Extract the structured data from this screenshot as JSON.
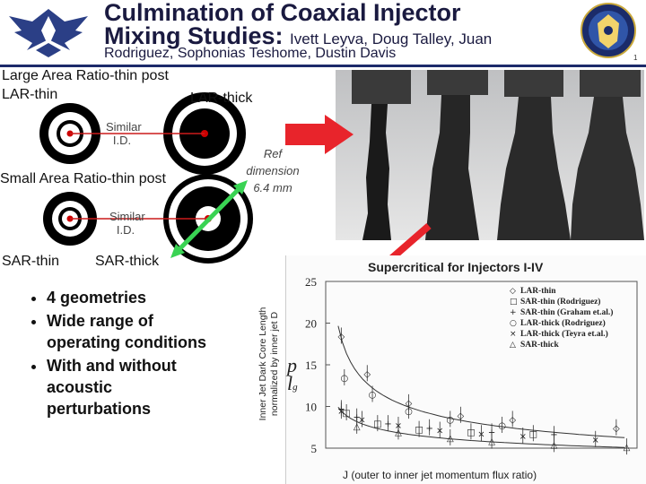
{
  "header": {
    "title_line1": "Culmination of Coaxial Injector",
    "title_line2": "Mixing Studies:",
    "authors_line1": "Ivett Leyva, Doug Talley, Juan",
    "authors_line2": "Rodriguez, Sophonias Teshome, Dustin Davis",
    "page_number": "1"
  },
  "left_panel": {
    "lar_thin_title": "Large Area Ratio-thin post",
    "lar_thin": "LAR-thin",
    "lar_thick": "LAR-thick",
    "similar_id_1_line1": "Similar",
    "similar_id_1_line2": "I.D.",
    "sar_thin_title": "Small Area Ratio-thin post",
    "similar_id_2_line1": "Similar",
    "similar_id_2_line2": "I.D.",
    "sar_thin": "SAR-thin",
    "sar_thick": "SAR-thick",
    "ref_line1": "Ref",
    "ref_line2": "dimension",
    "ref_line3": "6.4 mm"
  },
  "bullets": [
    "4 geometries",
    "Wide range of operating conditions",
    "With and without acoustic perturbations"
  ],
  "chart_data": {
    "type": "scatter",
    "title": "Supercritical for Injectors I-IV",
    "ylabel_line1": "Inner Jet Dark Core Length",
    "ylabel_line2": "normalized by inner jet D",
    "xlabel": "J (outer to inner jet momentum flux ratio)",
    "ylim": [
      5,
      25
    ],
    "yticks": [
      5,
      10,
      15,
      20,
      25
    ],
    "legend": [
      "LAR-thin",
      "SAR-thin (Rodriguez)",
      "SAR-thin (Graham et.al.)",
      "LAR-thick (Rodriguez)",
      "LAR-thick (Teyra et.al.)",
      "SAR-thick"
    ],
    "legend_markers": [
      "◇",
      "□",
      "+",
      "○",
      "×",
      "△"
    ],
    "series": [
      {
        "name": "LAR-thin",
        "x": [
          1.5,
          4,
          8,
          13,
          18,
          28
        ],
        "y": [
          18.5,
          14,
          10.5,
          9,
          8.5,
          7.5
        ]
      },
      {
        "name": "SAR-thin (Rodriguez)",
        "x": [
          2,
          5,
          9,
          14,
          20
        ],
        "y": [
          9.3,
          8,
          7.3,
          7,
          6.8
        ]
      },
      {
        "name": "SAR-thin (Graham et.al.)",
        "x": [
          1.5,
          3,
          6,
          10,
          16,
          22
        ],
        "y": [
          9.8,
          8.8,
          8,
          7.5,
          7,
          6.7
        ]
      },
      {
        "name": "LAR-thick (Rodriguez)",
        "x": [
          1.8,
          4.5,
          8,
          12,
          17
        ],
        "y": [
          13.5,
          11.5,
          9.5,
          8.5,
          7.8
        ]
      },
      {
        "name": "LAR-thick (Teyra et.al.)",
        "x": [
          1.5,
          3.5,
          7,
          11,
          15,
          19,
          26
        ],
        "y": [
          9.5,
          8.5,
          7.8,
          7.2,
          6.8,
          6.5,
          6.1
        ]
      },
      {
        "name": "SAR-thick",
        "x": [
          3,
          7,
          12,
          16,
          22,
          29
        ],
        "y": [
          7.7,
          7,
          6.3,
          5.9,
          5.5,
          5.2
        ]
      }
    ],
    "tick_label_y": "25"
  },
  "colors": {
    "title": "#1a1a40",
    "rule": "#1c2a6a",
    "arrow_red": "#e8242b",
    "arrow_green": "#39d353",
    "link_red": "#cc1a1a",
    "bar_red": "#cc3333"
  },
  "icons": {
    "left_logo": "air-force-wings-logo",
    "right_logo": "afrl-shield-logo"
  }
}
